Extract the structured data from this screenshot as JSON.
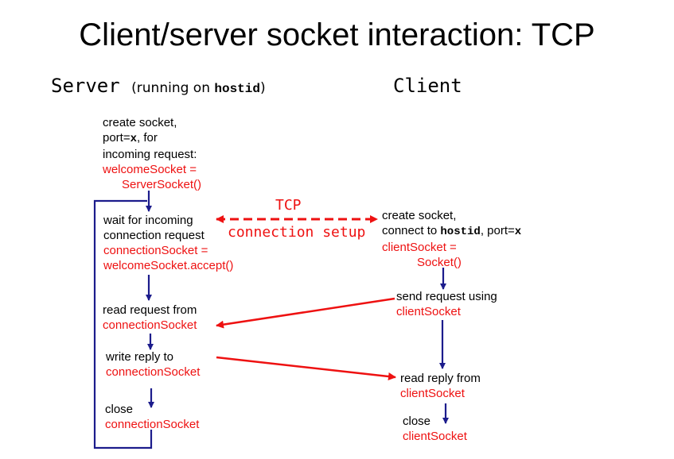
{
  "title": "Client/server socket interaction: TCP",
  "server": {
    "heading": "Server",
    "paren_open": "(running on ",
    "hostid": "hostid",
    "paren_close": ")",
    "create": {
      "l1": "create socket,",
      "l2a": "port=",
      "l2b": "x",
      "l2c": ", for",
      "l3": "incoming request:",
      "r1": "welcomeSocket =",
      "r2": "ServerSocket()"
    },
    "wait": {
      "l1": "wait for incoming",
      "l2": "connection request",
      "r1": "connectionSocket =",
      "r2": "welcomeSocket.accept()"
    },
    "read": {
      "l1": "read request from",
      "r1": "connectionSocket"
    },
    "write": {
      "l1": "write reply to",
      "r1": "connectionSocket"
    },
    "close": {
      "l1": "close",
      "r1": "connectionSocket"
    }
  },
  "client": {
    "heading": "Client",
    "create": {
      "l1": "create socket,",
      "l2a": "connect to ",
      "l2b": "hostid",
      "l2c": ", port=",
      "l2d": "x",
      "r1": "clientSocket =",
      "r2": "Socket()"
    },
    "send": {
      "l1": "send request using",
      "r1": "clientSocket"
    },
    "read": {
      "l1": "read reply from",
      "r1": "clientSocket"
    },
    "close": {
      "l1": "close",
      "r1": "clientSocket"
    }
  },
  "tcp": {
    "l1": "TCP",
    "l2": "connection setup"
  },
  "colors": {
    "arrow_blue": "#1c1c8c",
    "arrow_red": "#ee1111",
    "text_red": "#ee1111"
  }
}
